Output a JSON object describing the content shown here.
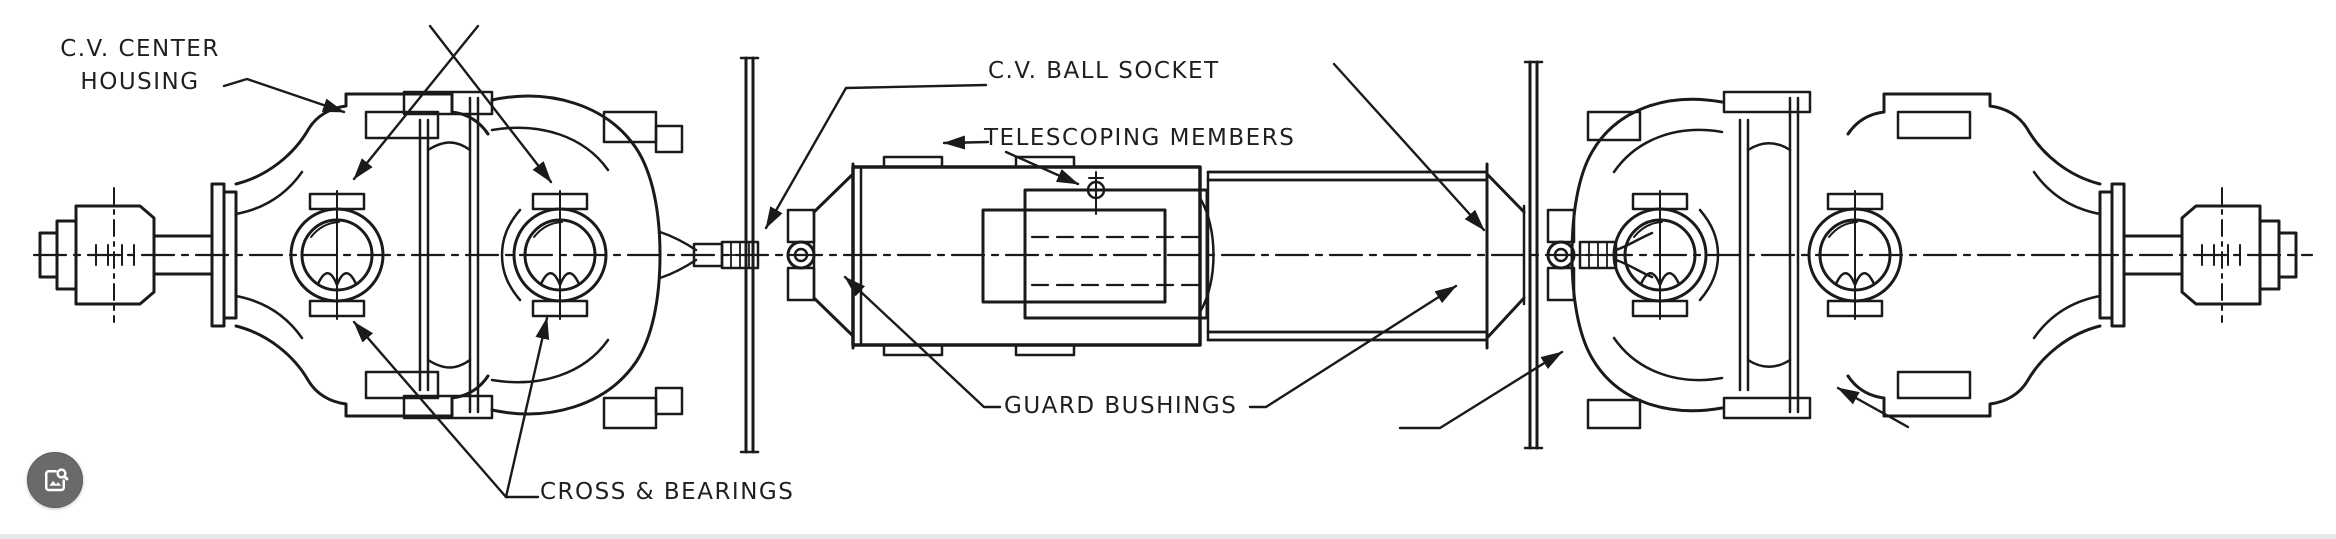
{
  "page": {
    "background": "#ffffff",
    "bottom_border_color": "#e7e7e7"
  },
  "diagram": {
    "type": "technical-line-drawing",
    "subject": "PTO drive shaft with constant-velocity joints, side view",
    "line_color": "#1a1a1a",
    "labels": {
      "cv_center_housing_line1": "C.V. CENTER",
      "cv_center_housing_line2": "HOUSING",
      "cv_ball_socket": "C.V. BALL SOCKET",
      "telescoping_members": "TELESCOPING MEMBERS",
      "guard_bushings": "GUARD BUSHINGS",
      "cross_bearings": "CROSS & BEARINGS"
    }
  },
  "controls": {
    "image_search_button": {
      "icon": "image-search-icon",
      "background": "#6a6a6a",
      "glyph_color": "#ffffff"
    }
  }
}
